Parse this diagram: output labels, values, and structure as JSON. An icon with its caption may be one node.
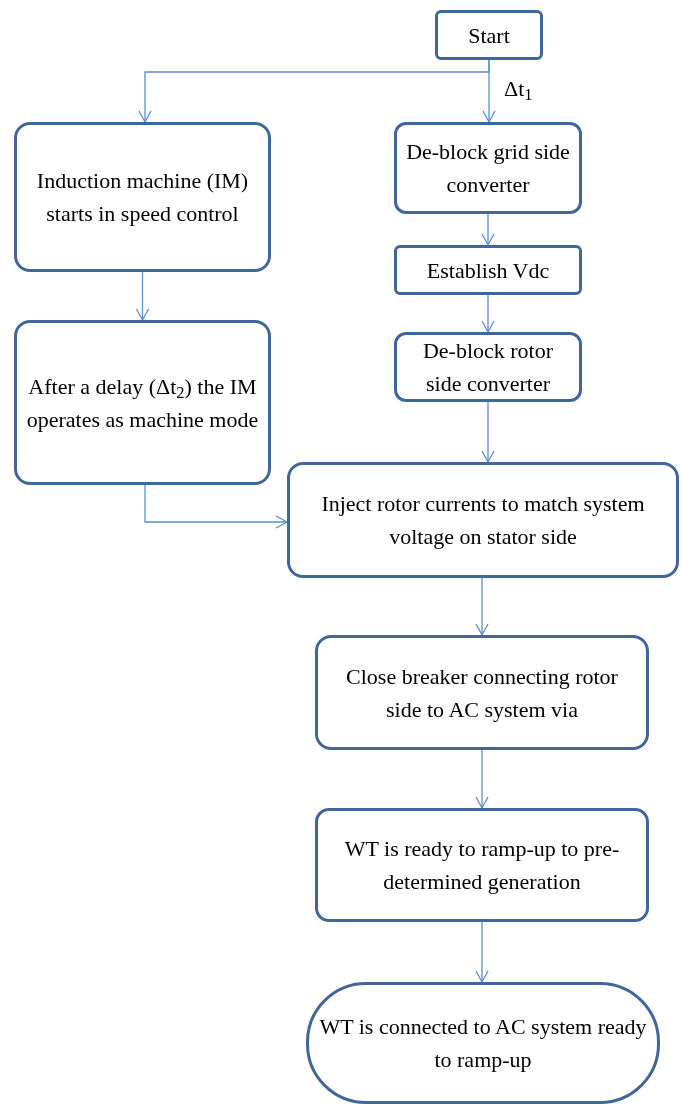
{
  "diagram": {
    "nodes": [
      {
        "text": [
          "Start"
        ]
      },
      {
        "text": [
          "Induction machine (IM) starts in speed control"
        ]
      },
      {
        "text": [
          "De-block grid side converter"
        ]
      },
      {
        "text": [
          "Establish Vdc"
        ]
      },
      {
        "text": [
          "De-block rotor side converter"
        ]
      },
      {
        "text": [
          "After a delay (Δt$_{2}$) the IM operates as machine mode"
        ]
      },
      {
        "text": [
          "Inject rotor currents to match system voltage on stator side"
        ]
      },
      {
        "text": [
          "Close breaker connecting rotor side to AC system via"
        ]
      },
      {
        "text": [
          "WT is ready to ramp-up to pre-determined generation"
        ]
      },
      {
        "text": [
          "WT is connected to AC system ready to ramp-up"
        ]
      }
    ],
    "edges": [
      {
        "from": 0,
        "to": 1,
        "arrow": "to"
      },
      {
        "from": 0,
        "to": 2,
        "arrow": "to",
        "label": "Δt$_{1}$"
      },
      {
        "from": 1,
        "to": 5,
        "arrow": "to"
      },
      {
        "from": 2,
        "to": 3,
        "arrow": "to"
      },
      {
        "from": 3,
        "to": 4,
        "arrow": "to"
      },
      {
        "from": 4,
        "to": 6,
        "arrow": "to"
      },
      {
        "from": 5,
        "to": 6,
        "arrow": "to"
      },
      {
        "from": 6,
        "to": 7,
        "arrow": "to"
      },
      {
        "from": 7,
        "to": 8,
        "arrow": "to"
      },
      {
        "from": 8,
        "to": 9,
        "arrow": "to"
      }
    ]
  }
}
